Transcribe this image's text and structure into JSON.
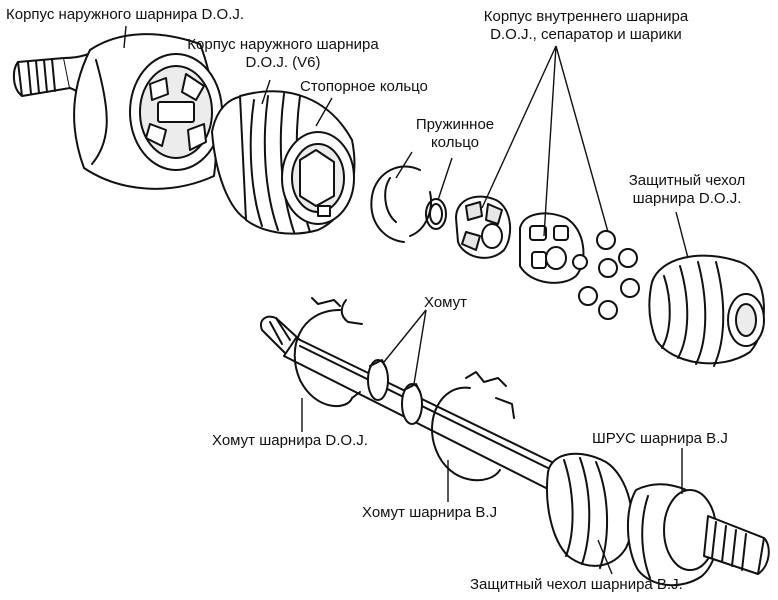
{
  "labels": {
    "doj_outer_housing": "Корпус наружного шарнира D.O.J.",
    "doj_outer_housing_v6_l1": "Корпус наружного шарнира",
    "doj_outer_housing_v6_l2": "D.O.J. (V6)",
    "retaining_ring": "Стопорное кольцо",
    "spring_ring_l1": "Пружинное",
    "spring_ring_l2": "кольцо",
    "doj_inner_l1": "Корпус внутреннего шарнира",
    "doj_inner_l2": "D.O.J., сепаратор и шарики",
    "doj_boot_l1": "Защитный чехол",
    "doj_boot_l2": "шарнира D.O.J.",
    "clamp": "Хомут",
    "doj_clamp": "Хомут шарнира D.O.J.",
    "bj_clamp": "Хомут шарнира B.J",
    "bj_cv_joint": "ШРУС шарнира B.J",
    "bj_boot": "Защитный чехол шарнира B.J."
  },
  "colors": {
    "line": "#111111",
    "paper": "#ffffff",
    "shade": "#d9d9d9"
  }
}
